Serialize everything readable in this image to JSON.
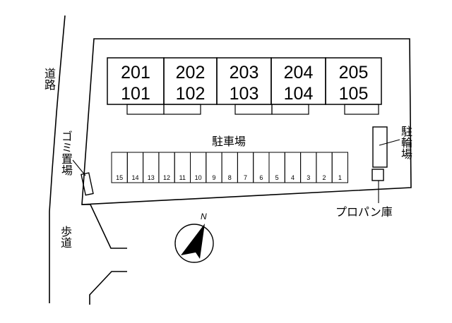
{
  "road_label": "道路",
  "sidewalk_label": "歩道",
  "garbage_label": "ゴミ置場",
  "parking_label": "駐車場",
  "bicycle_label": "駐輪場",
  "propane_label": "プロパン庫",
  "north_label": "N",
  "units": [
    {
      "upper": "201",
      "lower": "101"
    },
    {
      "upper": "202",
      "lower": "102"
    },
    {
      "upper": "203",
      "lower": "103"
    },
    {
      "upper": "204",
      "lower": "104"
    },
    {
      "upper": "205",
      "lower": "105"
    }
  ],
  "parking_spaces": [
    "15",
    "14",
    "13",
    "12",
    "11",
    "10",
    "9",
    "8",
    "7",
    "6",
    "5",
    "4",
    "3",
    "2",
    "1"
  ]
}
